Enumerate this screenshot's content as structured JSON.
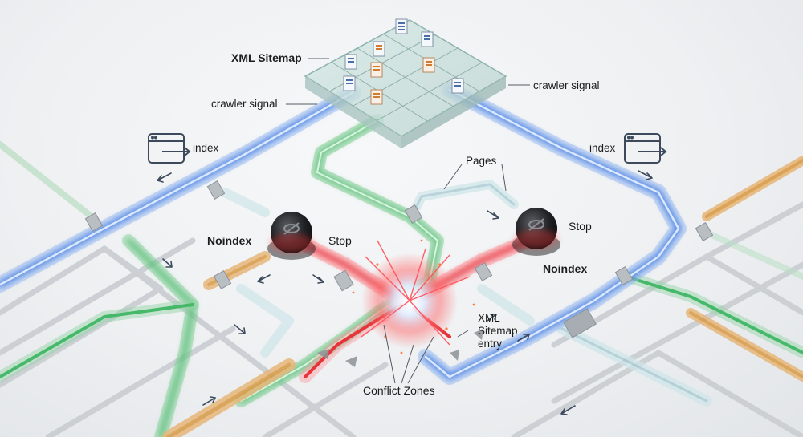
{
  "labels": {
    "xml_sitemap": "XML Sitemap",
    "crawler_signal_left": "crawler signal",
    "crawler_signal_right": "crawler signal",
    "index_left": "index",
    "index_right": "index",
    "pages": "Pages",
    "noindex_left": "Noindex",
    "stop_left": "Stop",
    "stop_right": "Stop",
    "noindex_right": "Noindex",
    "xml_sitemap_entry_line1": "XML",
    "xml_sitemap_entry_line2": "Sitemap",
    "xml_sitemap_entry_line3": "entry",
    "conflict_zones": "Conflict Zones"
  },
  "colors": {
    "blue_signal": "#2f6fe0",
    "green_signal": "#46b86a",
    "red_conflict": "#e8333a",
    "orange_path": "#d89a45",
    "rail": "#9aa0a6"
  },
  "icons": [
    "browser-window-arrow-icon",
    "document-icon",
    "eye-slash-icon",
    "arrow-icon"
  ]
}
